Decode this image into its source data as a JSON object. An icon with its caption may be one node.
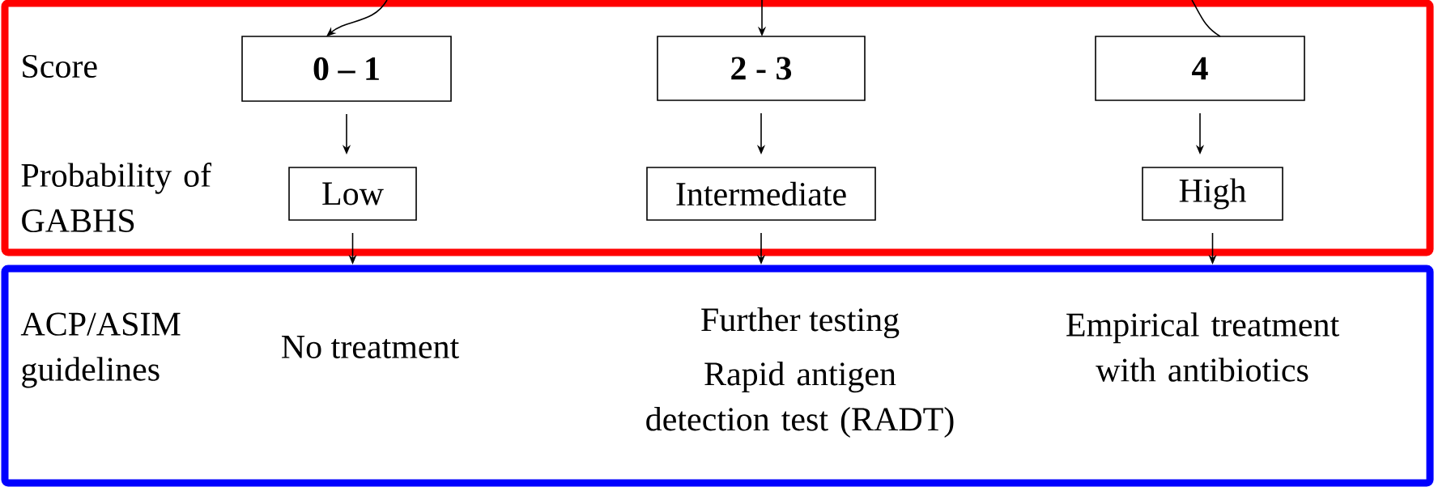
{
  "diagram": {
    "nodes": [
      {
        "text": [],
        "shape": "box"
      },
      {
        "text": [
          "0 – 1"
        ],
        "in": 0
      },
      {
        "text": [
          "2 - 3"
        ],
        "in": 0
      },
      {
        "text": [
          "4"
        ],
        "in": 0
      },
      {
        "text": [
          "Low"
        ],
        "in": 0
      },
      {
        "text": [
          "Intermediate"
        ],
        "in": 0
      },
      {
        "text": [
          "High"
        ],
        "in": 0
      },
      {
        "text": [],
        "shape": "box"
      }
    ],
    "edges": [
      {
        "from": null,
        "to": 1,
        "arrow": "to"
      },
      {
        "from": null,
        "to": 2,
        "arrow": "to"
      },
      {
        "from": null,
        "to": 3,
        "arrow": "none"
      },
      {
        "from": 1,
        "to": 4,
        "arrow": "to"
      },
      {
        "from": 2,
        "to": 5,
        "arrow": "to"
      },
      {
        "from": 3,
        "to": 6,
        "arrow": "to"
      },
      {
        "from": 4,
        "to": 7,
        "arrow": "to"
      },
      {
        "from": 5,
        "to": 7,
        "arrow": "to"
      },
      {
        "from": 6,
        "to": 7,
        "arrow": "to"
      }
    ],
    "labels": [
      "Score",
      "Probability of GABHS",
      "ACP/ASIM guidelines",
      "No treatment",
      "Further testing",
      "Empirical treatment with antibiotics",
      "Rapid antigen detection test (RADT)"
    ]
  }
}
